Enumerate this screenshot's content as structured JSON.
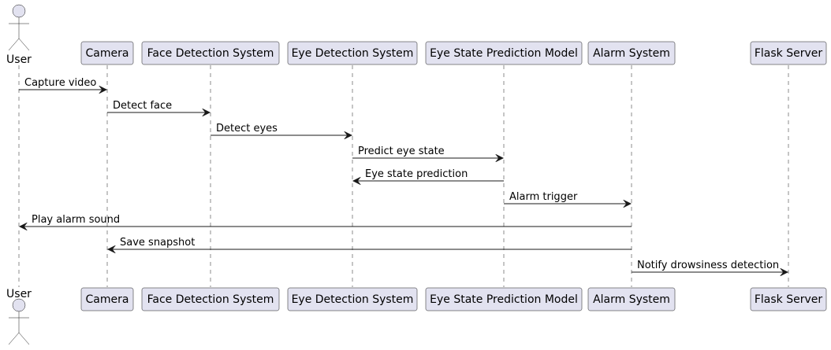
{
  "diagram": {
    "type": "sequence",
    "participants": [
      {
        "id": "user",
        "label": "User",
        "kind": "actor"
      },
      {
        "id": "camera",
        "label": "Camera",
        "kind": "participant"
      },
      {
        "id": "face",
        "label": "Face Detection System",
        "kind": "participant"
      },
      {
        "id": "eye",
        "label": "Eye Detection System",
        "kind": "participant"
      },
      {
        "id": "model",
        "label": "Eye State Prediction Model",
        "kind": "participant"
      },
      {
        "id": "alarm",
        "label": "Alarm System",
        "kind": "participant"
      },
      {
        "id": "flask",
        "label": "Flask Server",
        "kind": "participant"
      }
    ],
    "messages": [
      {
        "from": "user",
        "to": "camera",
        "label": "Capture video"
      },
      {
        "from": "camera",
        "to": "face",
        "label": "Detect face"
      },
      {
        "from": "face",
        "to": "eye",
        "label": "Detect eyes"
      },
      {
        "from": "eye",
        "to": "model",
        "label": "Predict eye state"
      },
      {
        "from": "model",
        "to": "eye",
        "label": "Eye state prediction"
      },
      {
        "from": "model",
        "to": "alarm",
        "label": "Alarm trigger"
      },
      {
        "from": "alarm",
        "to": "user",
        "label": "Play alarm sound"
      },
      {
        "from": "alarm",
        "to": "camera",
        "label": "Save snapshot"
      },
      {
        "from": "alarm",
        "to": "flask",
        "label": "Notify drowsiness detection"
      }
    ],
    "colors": {
      "box_fill": "#e2e2f0",
      "stroke": "#181818",
      "text": "#000000"
    }
  }
}
